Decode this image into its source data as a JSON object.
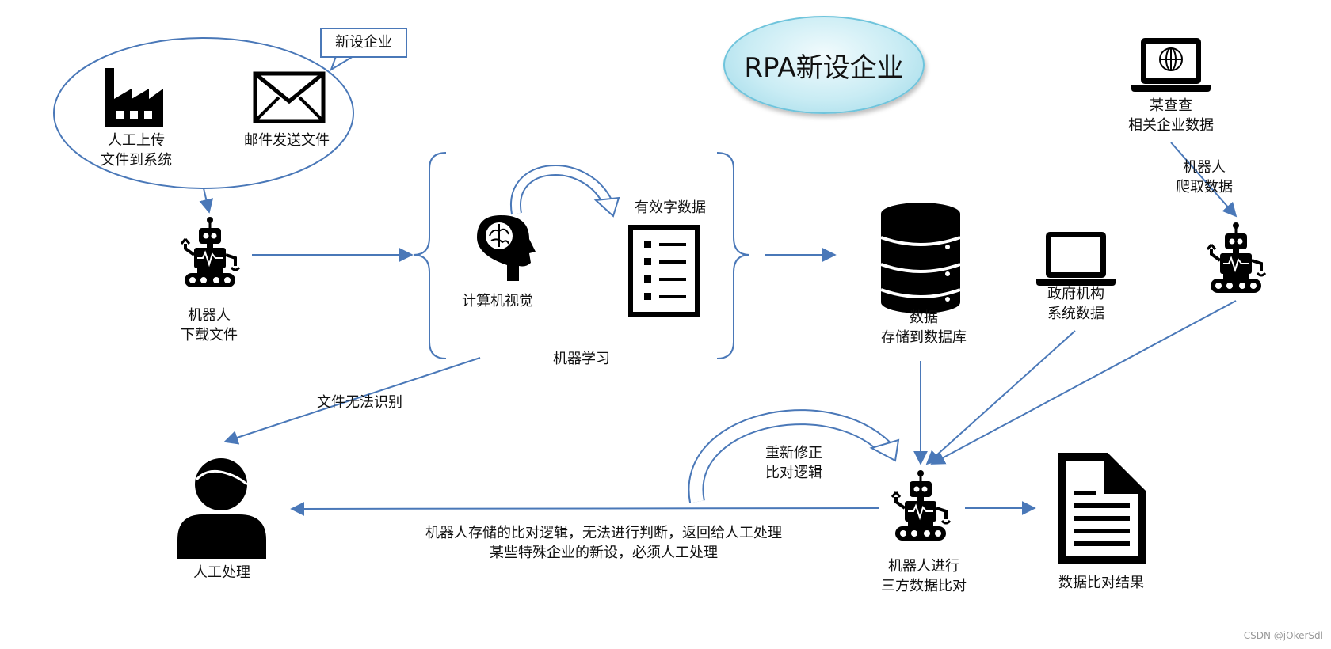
{
  "title": "RPA新设企业",
  "callout": "新设企业",
  "sources": {
    "manual_upload": [
      "人工上传",
      "文件到系统"
    ],
    "email": "邮件发送文件"
  },
  "robot_download": [
    "机器人",
    "下载文件"
  ],
  "computer_vision": "计算机视觉",
  "valid_digital_data": "有效字数据",
  "machine_learning": "机器学习",
  "unrecognized": "文件无法识别",
  "database": [
    "数据",
    "存储到数据库"
  ],
  "gov_data": [
    "政府机构",
    "系统数据"
  ],
  "qichacha": [
    "某查查",
    "相关企业数据"
  ],
  "robot_crawl": [
    "机器人",
    "爬取数据"
  ],
  "robot_compare": [
    "机器人进行",
    "三方数据比对"
  ],
  "result": "数据比对结果",
  "manual_processing": "人工处理",
  "fix_logic": [
    "重新修正",
    "比对逻辑"
  ],
  "return_note": [
    "机器人存储的比对逻辑，无法进行判断，返回给人工处理",
    "某些特殊企业的新设，必须人工处理"
  ],
  "watermark": "CSDN @jOkerSdl",
  "colors": {
    "arrow": "#4a78b8",
    "icon": "#000000",
    "title_fill": "#c9ecf4"
  }
}
